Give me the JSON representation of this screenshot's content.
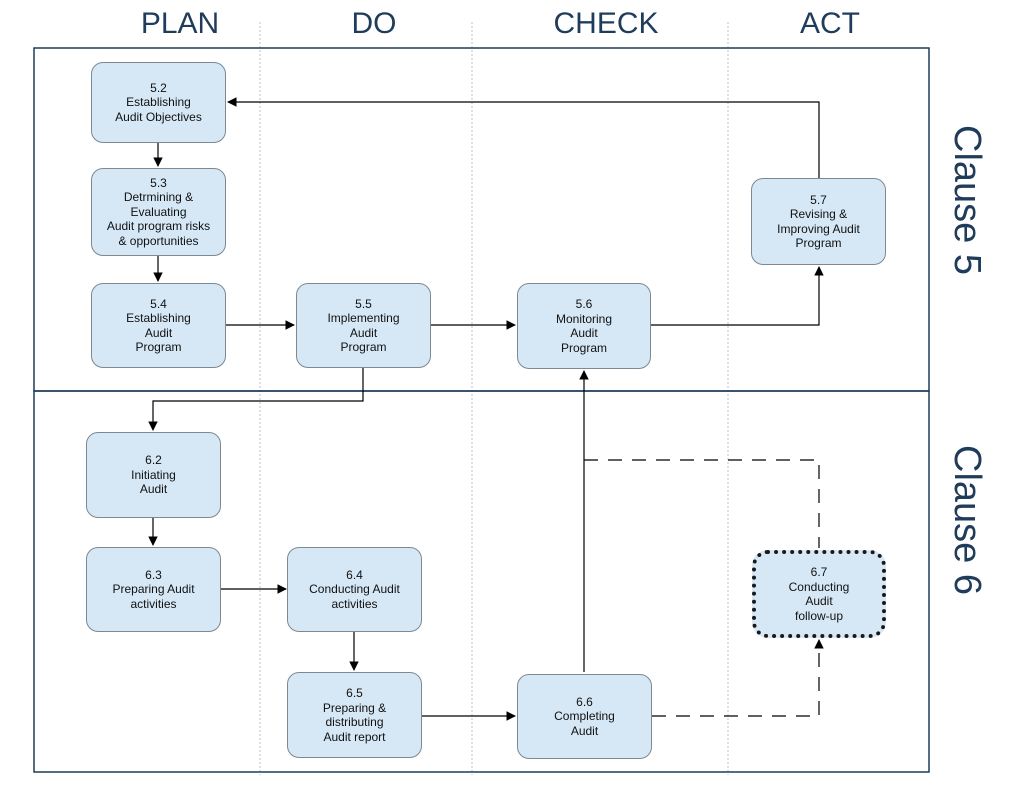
{
  "columns": {
    "plan": "PLAN",
    "do": "DO",
    "check": "CHECK",
    "act": "ACT"
  },
  "clauses": {
    "clause5": "Clause 5",
    "clause6": "Clause 6"
  },
  "nodes": {
    "n52": {
      "number": "5.2",
      "label": "Establishing\nAudit Objectives"
    },
    "n53": {
      "number": "5.3",
      "label": "Detrmining &\nEvaluating\nAudit program risks\n& opportunities"
    },
    "n54": {
      "number": "5.4",
      "label": "Establishing\nAudit\nProgram"
    },
    "n55": {
      "number": "5.5",
      "label": "Implementing\nAudit\nProgram"
    },
    "n56": {
      "number": "5.6",
      "label": "Monitoring\nAudit\nProgram"
    },
    "n57": {
      "number": "5.7",
      "label": "Revising &\nImproving Audit\nProgram"
    },
    "n62": {
      "number": "6.2",
      "label": "Initiating\nAudit"
    },
    "n63": {
      "number": "6.3",
      "label": "Preparing Audit\nactivities"
    },
    "n64": {
      "number": "6.4",
      "label": "Conducting Audit\nactivities"
    },
    "n65": {
      "number": "6.5",
      "label": "Preparing &\ndistributing\nAudit report"
    },
    "n66": {
      "number": "6.6",
      "label": "Completing\nAudit"
    },
    "n67": {
      "number": "6.7",
      "label": "Conducting\nAudit\nfollow-up"
    }
  },
  "edges": [
    {
      "from": "n52",
      "to": "n53",
      "style": "solid"
    },
    {
      "from": "n53",
      "to": "n54",
      "style": "solid"
    },
    {
      "from": "n54",
      "to": "n55",
      "style": "solid"
    },
    {
      "from": "n55",
      "to": "n56",
      "style": "solid"
    },
    {
      "from": "n56",
      "to": "n57",
      "style": "solid"
    },
    {
      "from": "n57",
      "to": "n52",
      "style": "solid"
    },
    {
      "from": "n55",
      "to": "n62",
      "style": "solid"
    },
    {
      "from": "n62",
      "to": "n63",
      "style": "solid"
    },
    {
      "from": "n63",
      "to": "n64",
      "style": "solid"
    },
    {
      "from": "n64",
      "to": "n65",
      "style": "solid"
    },
    {
      "from": "n65",
      "to": "n66",
      "style": "solid"
    },
    {
      "from": "n66",
      "to": "n56",
      "style": "solid"
    },
    {
      "from": "n66",
      "to": "n67",
      "style": "dashed"
    },
    {
      "from": "n66",
      "to": "n67",
      "style": "dashed"
    }
  ],
  "colors": {
    "box_fill": "#d6e8f6",
    "box_border": "#7d8890",
    "heading_text": "#1f3c5a",
    "frame": "#1f3c5a"
  }
}
